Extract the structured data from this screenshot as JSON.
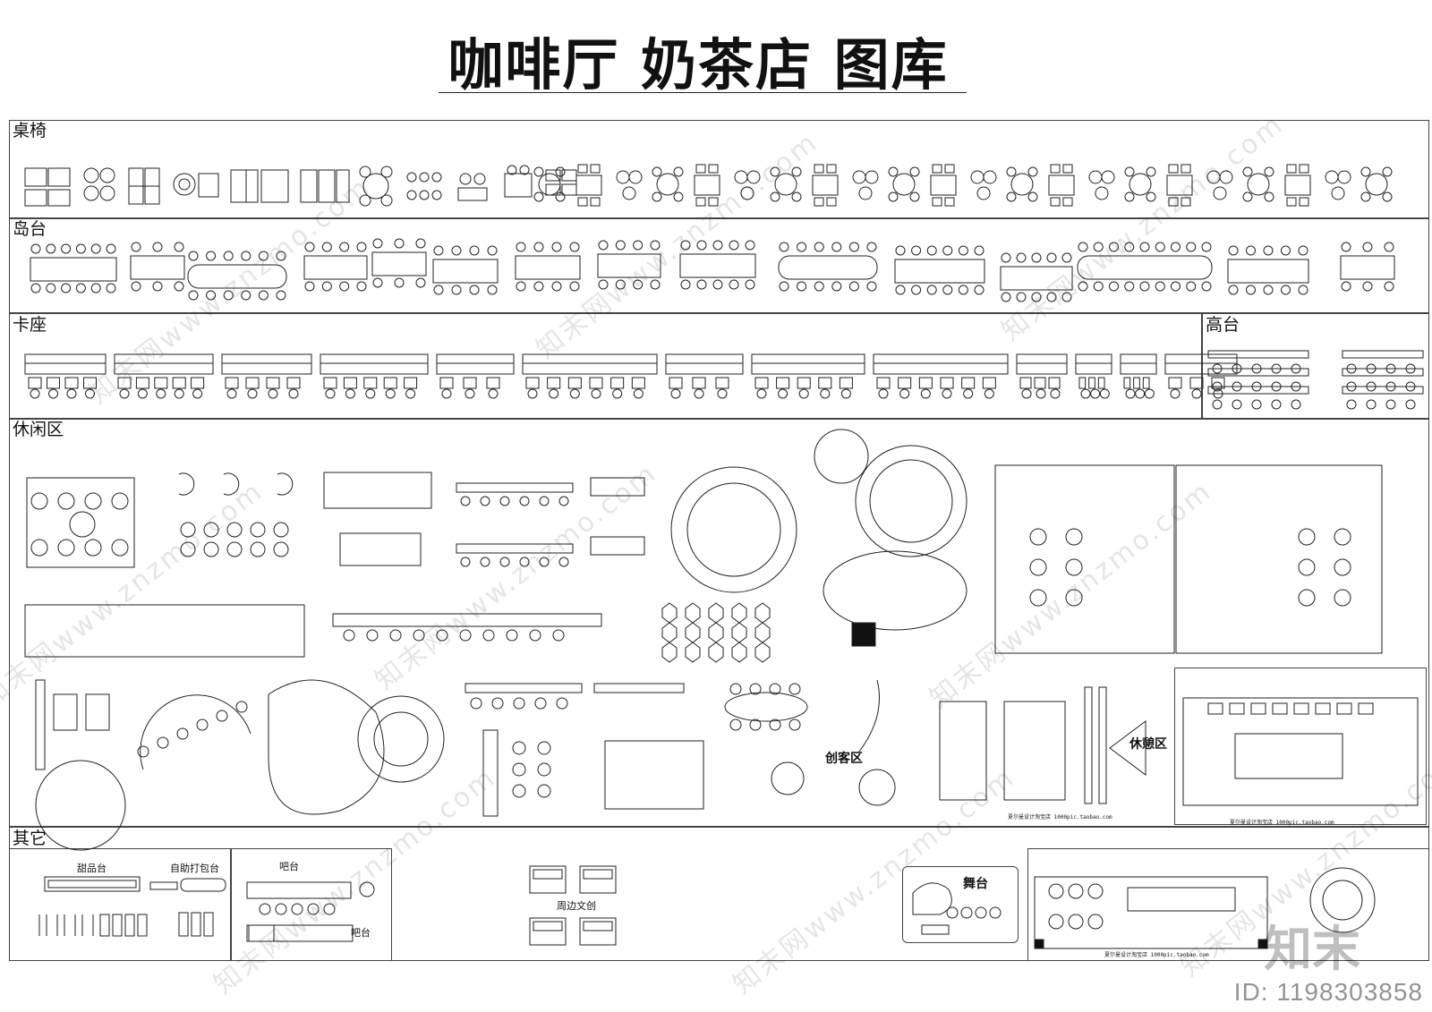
{
  "title": "咖啡厅 奶茶店 图库",
  "sections": {
    "tables_chairs": "桌椅",
    "island": "岛台",
    "booth": "卡座",
    "high_table": "高台",
    "leisure": "休闲区",
    "other": "其它"
  },
  "block_labels": {
    "maker_zone": "创客区",
    "rest_zone": "休憩区",
    "dessert_counter": "甜品台",
    "self_pack_counter": "自助打包台",
    "bar_counter_1": "吧台",
    "bar_counter_2": "吧台",
    "merch": "周边文创",
    "stage": "舞台"
  },
  "shop_captions": [
    "夏尔曼设计淘宝店 1000pic.taobao.com",
    "夏尔曼设计淘宝店 1000pic.taobao.com",
    "夏尔曼设计淘宝店 1000pic.taobao.com"
  ],
  "watermark_text": "知末网www.znzmo.com",
  "logo_text": "知末",
  "image_id": "ID: 1198303858"
}
